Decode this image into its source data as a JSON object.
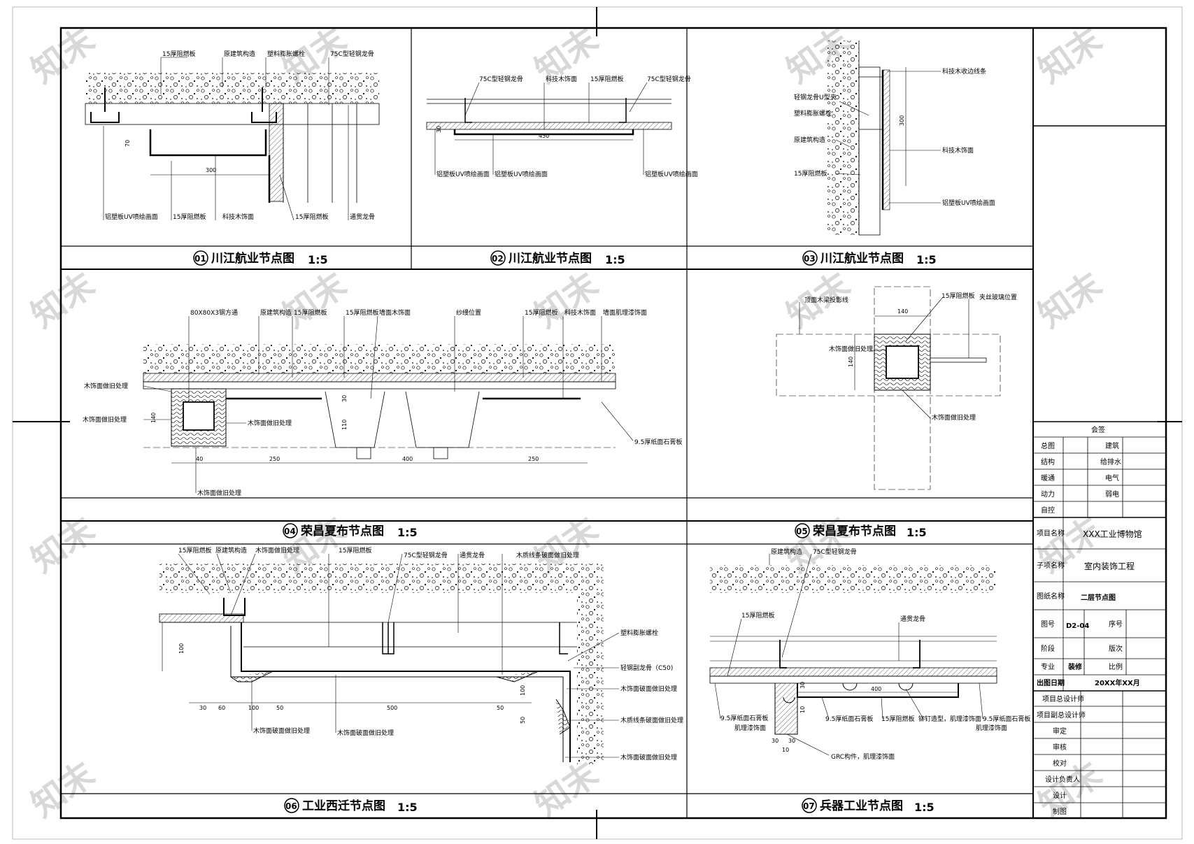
{
  "watermark": "知末",
  "panels": [
    {
      "num": "01",
      "title": "川江航业节点图",
      "scale": "1:5",
      "labels": [
        "15厚阻燃板",
        "原建筑构造",
        "塑料膨胀螺栓",
        "75C型轻钢龙骨",
        "铝塑板UV喷绘画面",
        "15厚阻燃板",
        "科技木饰面",
        "15厚阻燃板",
        "通贯龙骨"
      ],
      "dims": [
        "70",
        "300"
      ]
    },
    {
      "num": "02",
      "title": "川江航业节点图",
      "scale": "1:5",
      "labels": [
        "75C型轻钢龙骨",
        "科技木饰面",
        "15厚阻燃板",
        "75C型轻钢龙骨",
        "铝塑板UV喷绘画面",
        "铝塑板UV喷绘画面",
        "铝塑板UV喷绘画面"
      ],
      "dims": [
        "30",
        "450"
      ]
    },
    {
      "num": "03",
      "title": "川江航业节点图",
      "scale": "1:5",
      "labels": [
        "科技木收边线条",
        "轻钢龙骨U型夹",
        "塑料膨胀螺栓",
        "原建筑构造",
        "科技木饰面",
        "15厚阻燃板",
        "铝塑板UV喷绘画面"
      ],
      "dims": [
        "300"
      ]
    },
    {
      "num": "04",
      "title": "荣昌夏布节点图",
      "scale": "1:5",
      "labels": [
        "80X80X3钢方通",
        "原建筑构造",
        "15厚阻燃板",
        "15厚阻燃板",
        "墙面木饰面",
        "纱缦位置",
        "15厚阻燃板",
        "科技木饰面",
        "墙面肌理漆饰面",
        "木饰面做旧处理",
        "木饰面做旧处理",
        "木饰面做旧处理",
        "木饰面做旧处理",
        "9.5厚纸面石膏板"
      ],
      "dims": [
        "30",
        "110",
        "140",
        "40",
        "250",
        "400",
        "250"
      ]
    },
    {
      "num": "05",
      "title": "荣昌夏布节点图",
      "scale": "1:5",
      "labels": [
        "顶面木梁投影线",
        "15厚阻燃板",
        "夹丝玻璃位置",
        "木饰面做旧处理",
        "木饰面做旧处理"
      ],
      "dims": [
        "140",
        "140"
      ]
    },
    {
      "num": "06",
      "title": "工业西迁节点图",
      "scale": "1:5",
      "labels": [
        "15厚阻燃板",
        "原建筑构造",
        "木饰面做旧处理",
        "15厚阻燃板",
        "75C型轻钢龙骨",
        "通贯龙骨",
        "木质线条破面做旧处理",
        "塑料膨胀螺栓",
        "轻钢副龙骨（C50)",
        "木饰面破面做旧处理",
        "木质线条破面做旧处理",
        "木饰面破面做旧处理",
        "木饰面破面做旧处理",
        "木饰面破面做旧处理"
      ],
      "dims": [
        "100",
        "30",
        "60",
        "100",
        "50",
        "500",
        "50",
        "100",
        "50"
      ]
    },
    {
      "num": "07",
      "title": "兵器工业节点图",
      "scale": "1:5",
      "labels": [
        "原建筑构造",
        "75C型轻钢龙骨",
        "15厚阻燃板",
        "通贯龙骨",
        "9.5厚纸面石膏板",
        "肌理漆饰面",
        "9.5厚纸面石膏板",
        "15厚阻燃板",
        "铆钉造型，肌理漆饰面",
        "9.5厚纸面石膏板",
        "肌理漆饰面",
        "GRC构件，肌理漆饰面"
      ],
      "dims": [
        "30",
        "10",
        "400",
        "30",
        "30",
        "10"
      ]
    }
  ],
  "titleblock": {
    "sign_header": "会签",
    "sign_rows": [
      [
        "总图",
        "建筑"
      ],
      [
        "结构",
        "给排水"
      ],
      [
        "暖通",
        "电气"
      ],
      [
        "动力",
        "弱电"
      ],
      [
        "自控",
        ""
      ]
    ],
    "project_name_label": "项目名称",
    "project_name": "XXX工业博物馆",
    "sub_name_label": "子项名称",
    "sub_name": "室内装饰工程",
    "drawing_name_label": "图纸名称",
    "drawing_name": "二层节点图",
    "drawing_no_label": "图号",
    "drawing_no": "D2-04",
    "seq_label": "序号",
    "stage_label": "阶段",
    "version_label": "版次",
    "discipline_label": "专业",
    "discipline": "装修",
    "ratio_label": "比例",
    "date_label": "出图日期",
    "date": "20XX年XX月",
    "staff": [
      "项目总设计师",
      "项目副总设计师",
      "审定",
      "审核",
      "校对",
      "设计负责人",
      "设计",
      "制图"
    ]
  }
}
